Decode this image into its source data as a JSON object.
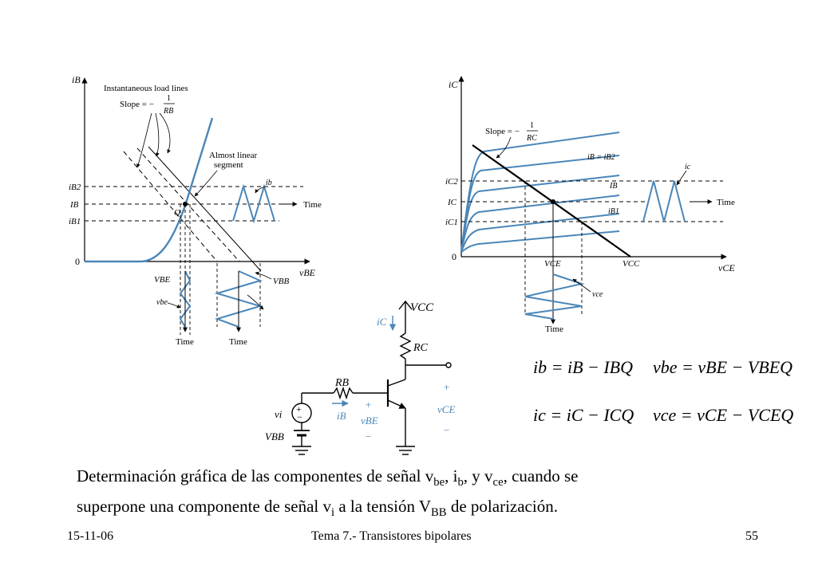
{
  "left_figure": {
    "y_axis": "iB",
    "x_axis": "vBE",
    "origin": "0",
    "levels": [
      "iB2",
      "IB",
      "iB1"
    ],
    "q_label": "Q",
    "load_lines_label": "Instantaneous load lines",
    "slope_label": "Slope = −",
    "slope_num": "1",
    "slope_den": "RB",
    "linear_label_1": "Almost linear",
    "linear_label_2": "segment",
    "ib_label": "ib",
    "time_right": "Time",
    "vbe_label": "VBE",
    "vbb_label": "VBB",
    "vbe_small": "vbe",
    "time_1": "Time",
    "time_2": "Time"
  },
  "right_figure": {
    "y_axis": "iC",
    "x_axis": "vCE",
    "origin": "0",
    "levels": [
      "iC2",
      "IC",
      "iC1"
    ],
    "slope_label": "Slope = −",
    "slope_num": "1",
    "slope_den": "RC",
    "curve_labels": [
      "iB = iB2",
      "IB",
      "iB1"
    ],
    "ic_label": "ic",
    "time_right": "Time",
    "vce_label": "VCE",
    "vcc_label": "VCC",
    "vce_small": "vce",
    "time_bottom": "Time"
  },
  "circuit": {
    "vcc": "VCC",
    "ic": "iC",
    "rc": "RC",
    "rb": "RB",
    "ib": "iB",
    "vi": "vi",
    "vbb": "VBB",
    "vbe": "vBE",
    "vce": "vCE",
    "plus": "+",
    "minus": "−"
  },
  "equations": {
    "eq1_left": "ib = iB − IBQ",
    "eq1_right": "vbe = vBE − VBEQ",
    "eq2_left": "ic = iC − ICQ",
    "eq2_right": "vce = vCE − VCEQ"
  },
  "caption": {
    "line1_a": "Determinación gráfica de las componentes de señal v",
    "line1_sub1": "be",
    "line1_b": ", i",
    "line1_sub2": "b",
    "line1_c": ", y v",
    "line1_sub3": "ce",
    "line1_d": ", cuando se",
    "line2_a": "superpone una componente de señal v",
    "line2_sub1": "i",
    "line2_b": " a la tensión V",
    "line2_sub2": "BB",
    "line2_c": " de polarización."
  },
  "footer": {
    "date": "15-11-06",
    "title": "Tema 7.- Transistores bipolares",
    "page": "55"
  }
}
